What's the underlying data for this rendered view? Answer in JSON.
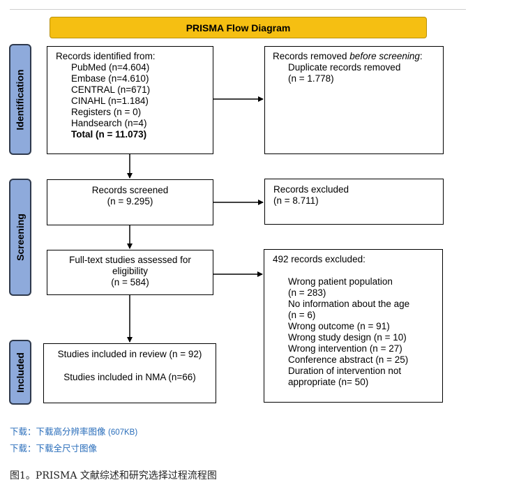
{
  "title": "PRISMA Flow Diagram",
  "stages": {
    "identification": "Identification",
    "screening": "Screening",
    "included": "Included"
  },
  "identified": {
    "heading": "Records identified from:",
    "sources": [
      "PubMed (n=4.604)",
      "Embase (n=4.610)",
      "CENTRAL (n=671)",
      "CINAHL (n=1.184)",
      "Registers (n = 0)",
      "Handsearch (n=4)"
    ],
    "total": "Total (n = 11.073)"
  },
  "removed": {
    "heading_prefix": "Records removed ",
    "heading_em": "before screening",
    "heading_suffix": ":",
    "item": "Duplicate records removed",
    "count": "(n = 1.778)"
  },
  "screened": {
    "label": "Records screened",
    "count": "(n = 9.295)"
  },
  "excluded": {
    "label": "Records excluded",
    "count": "(n = 8.711)"
  },
  "fulltext": {
    "line1": "Full-text studies assessed for",
    "line2": "eligibility",
    "count": "(n = 584)"
  },
  "excluded_fulltext": {
    "heading": "492 records excluded:",
    "items": [
      "Wrong patient population",
      "(n = 283)",
      "No information about the age",
      "(n = 6)",
      "Wrong outcome (n = 91)",
      "Wrong study design (n = 10)",
      "Wrong intervention (n = 27)",
      "Conference abstract (n = 25)",
      "Duration of intervention not",
      "appropriate (n= 50)"
    ]
  },
  "included": {
    "review": "Studies included in review (n = 92)",
    "nma": "Studies included in NMA (n=66)"
  },
  "links": {
    "download_high_res": "下载：下载高分辨率图像",
    "high_res_size": "(607KB)",
    "download_full_size": "下载：下载全尺寸图像"
  },
  "caption": "图1。PRISMA 文献综述和研究选择过程流程图"
}
